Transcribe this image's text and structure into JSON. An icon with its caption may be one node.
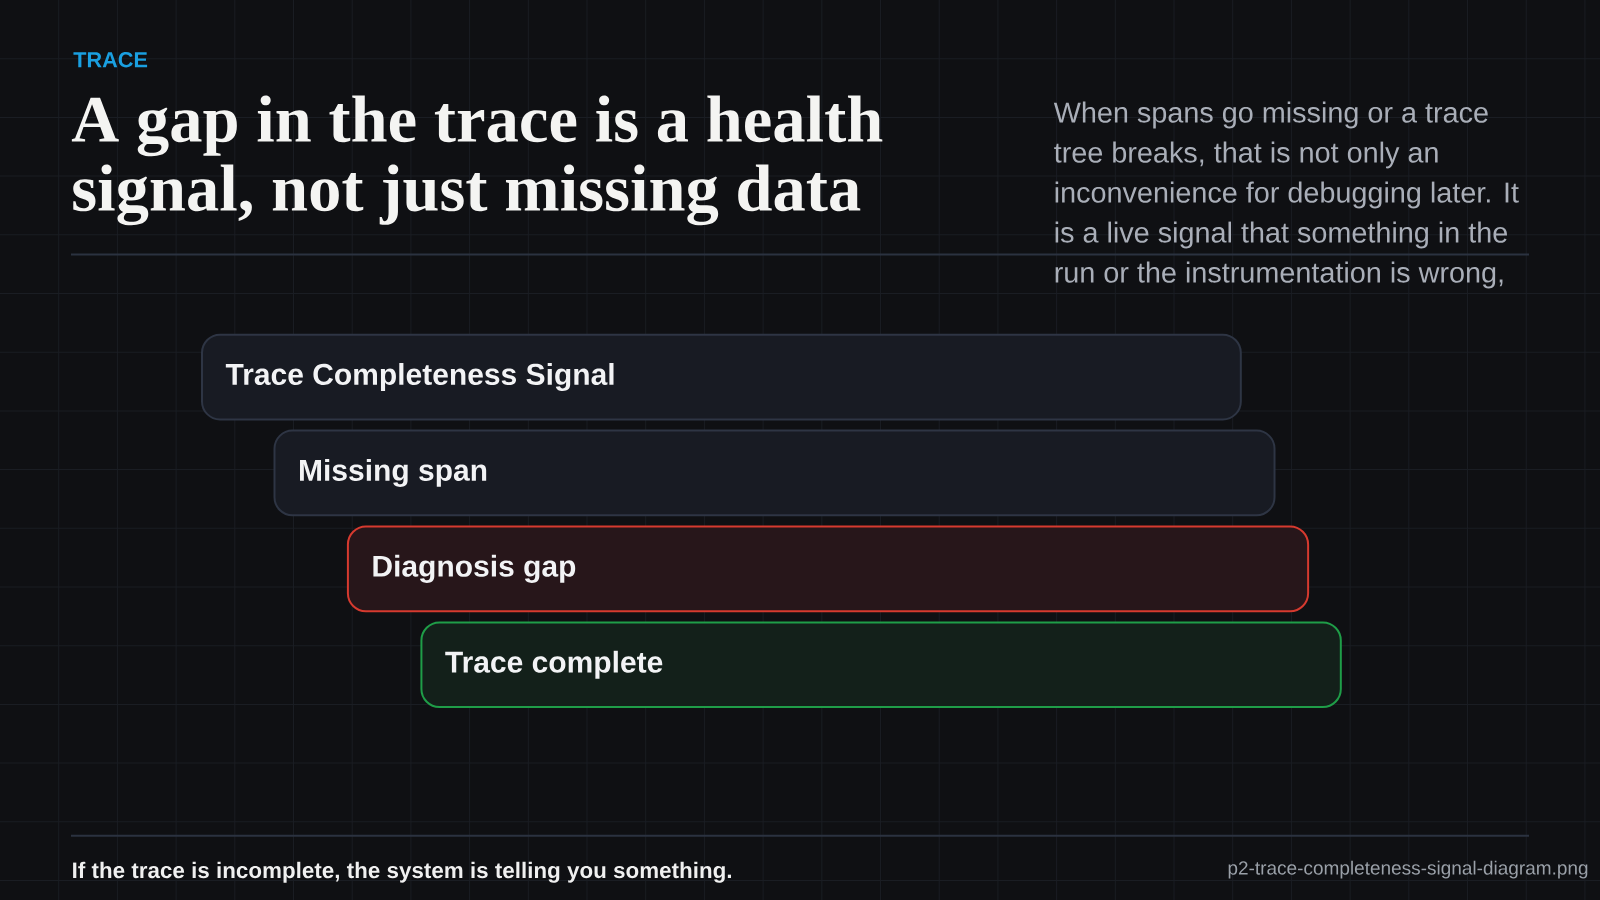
{
  "diagram": {
    "title": "A gap in the trace is a health signal, not just missing data",
    "caption": "If the trace is incomplete, the system is telling you something.",
    "nodes": [
      {
        "text": [
          "Trace Completeness Signal"
        ]
      },
      {
        "text": [
          "Missing span"
        ]
      },
      {
        "text": [
          "Diagnosis gap"
        ]
      },
      {
        "text": [
          "Trace complete"
        ]
      }
    ],
    "labels": [
      "TRACE",
      "When spans go missing or a trace tree breaks, that is not only an inconvenience for debugging later. It is a live signal that something in the run or the instrumentation is wrong,",
      "p2-trace-completeness-signal-diagram.png"
    ]
  }
}
